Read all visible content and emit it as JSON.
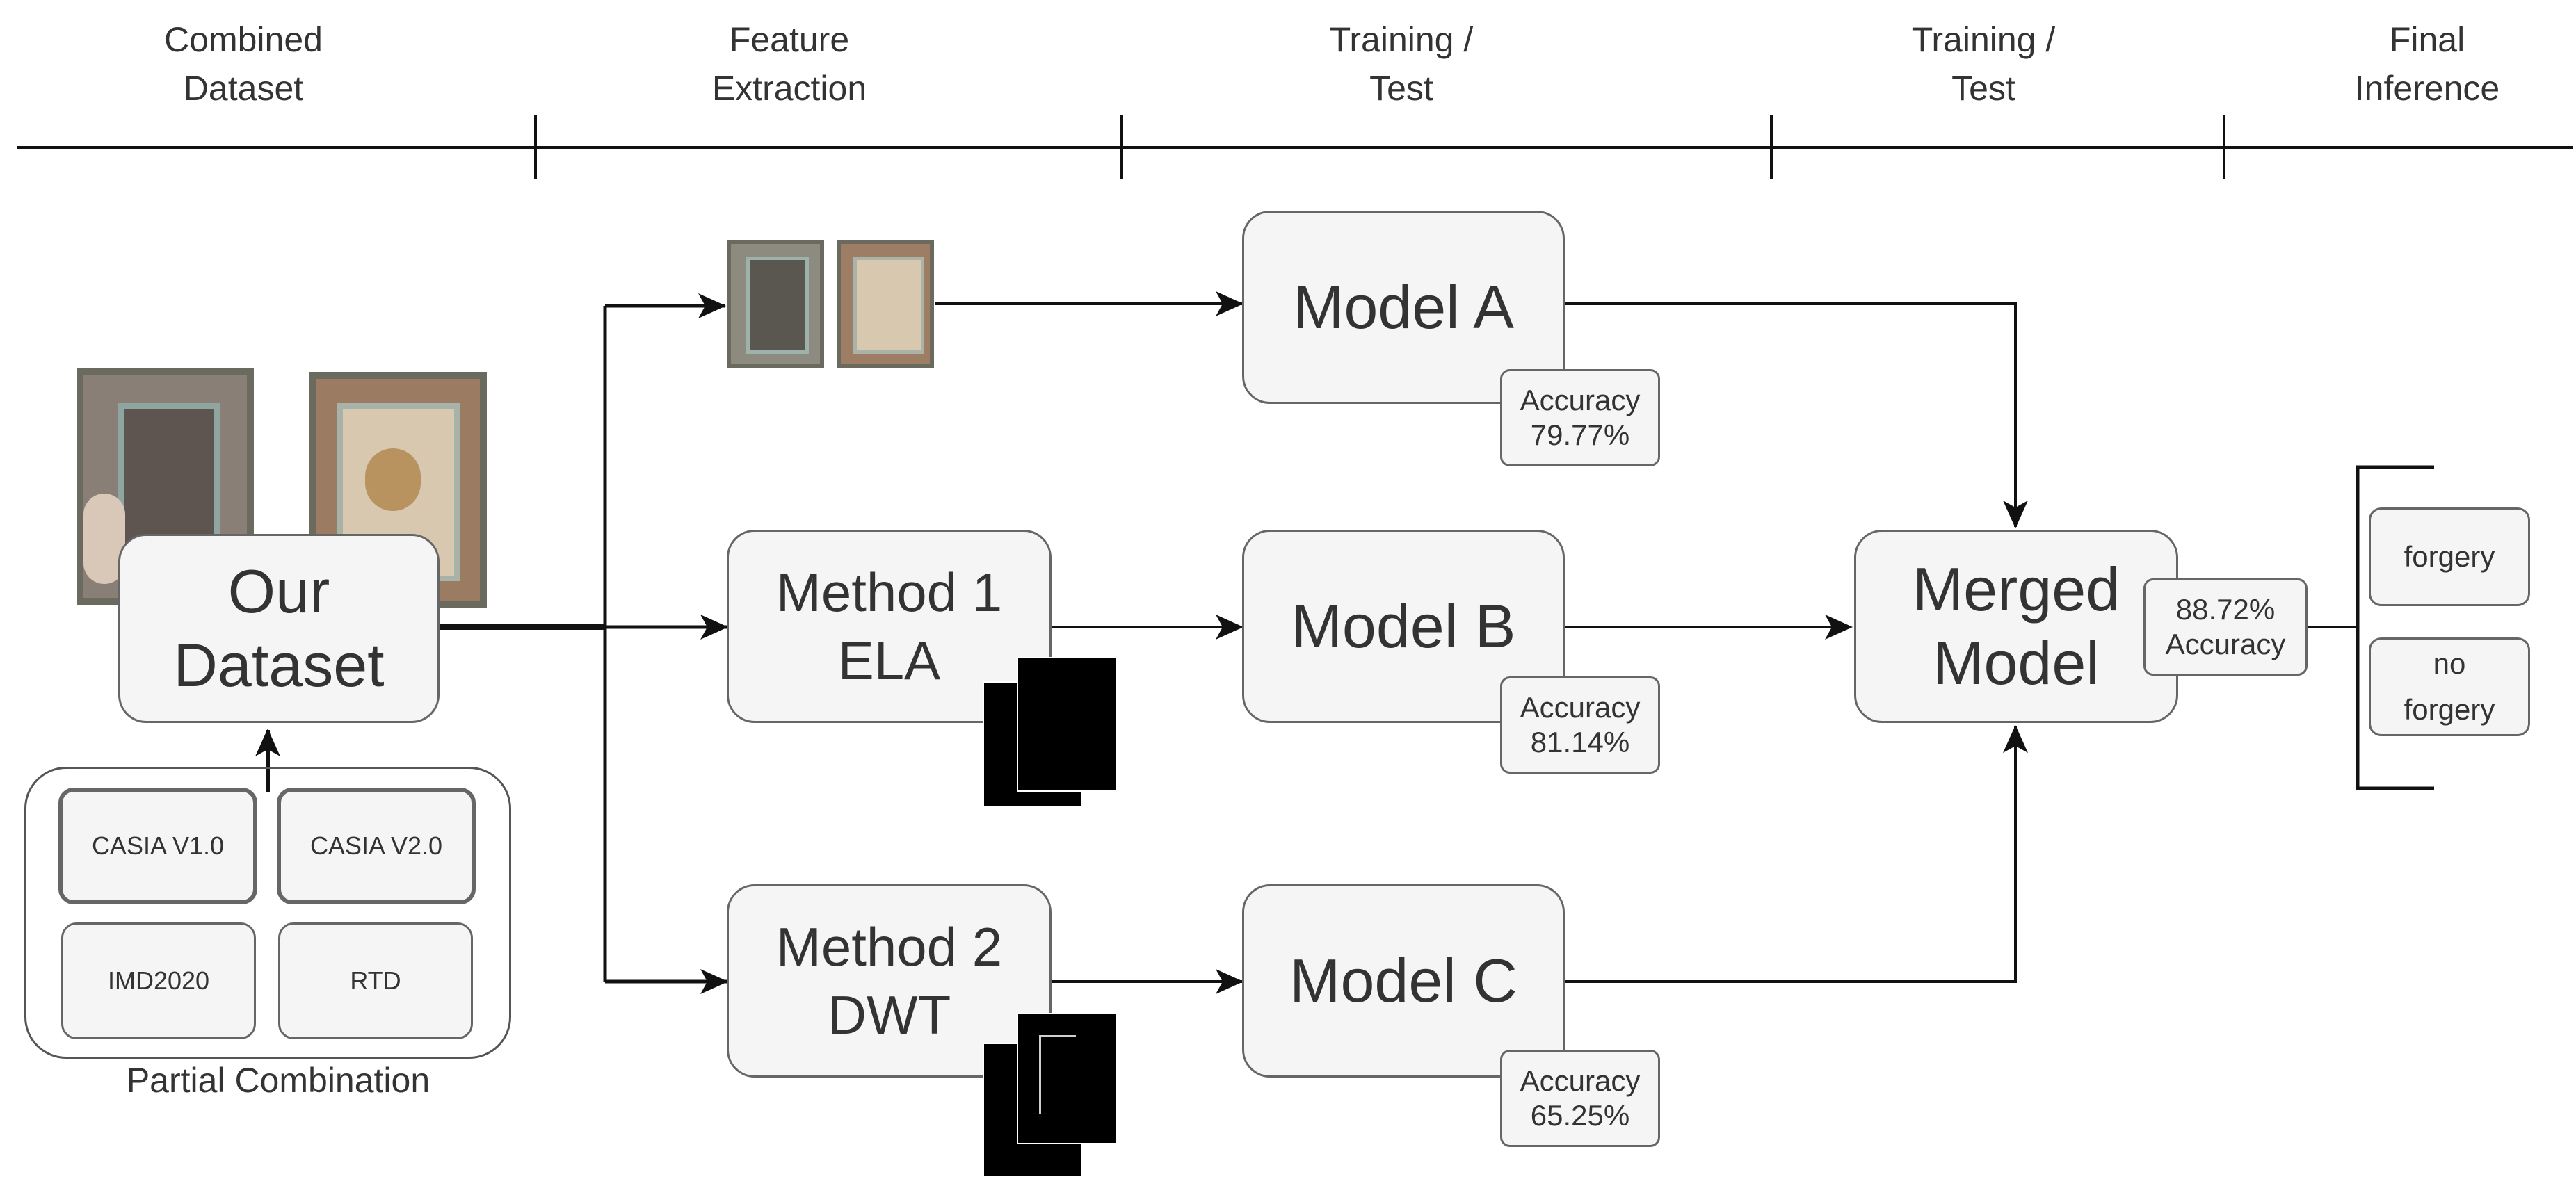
{
  "stages": [
    {
      "label": "Combined\nDataset"
    },
    {
      "label": "Feature\nExtraction"
    },
    {
      "label": "Training /\nTest"
    },
    {
      "label": "Training /\nTest"
    },
    {
      "label": "Final\nInference"
    }
  ],
  "dataset": {
    "title": "Our\nDataset",
    "group_caption": "Partial Combination",
    "sources": [
      "CASIA V1.0",
      "CASIA V2.0",
      "IMD2020",
      "RTD"
    ]
  },
  "methods": [
    {
      "label": "Method 1\nELA"
    },
    {
      "label": "Method 2\nDWT"
    }
  ],
  "models": [
    {
      "label": "Model A",
      "accuracy_label": "Accuracy",
      "accuracy_value": "79.77%"
    },
    {
      "label": "Model B",
      "accuracy_label": "Accuracy",
      "accuracy_value": "81.14%"
    },
    {
      "label": "Model C",
      "accuracy_label": "Accuracy",
      "accuracy_value": "65.25%"
    }
  ],
  "merged": {
    "label": "Merged\nModel",
    "accuracy_value": "88.72%",
    "accuracy_label": "Accuracy"
  },
  "outputs": [
    {
      "label": "forgery"
    },
    {
      "label": "no\nforgery"
    }
  ],
  "colors": {
    "box_fill": "#f5f5f5",
    "box_stroke": "#666666",
    "line": "#111111",
    "text": "#333333"
  }
}
